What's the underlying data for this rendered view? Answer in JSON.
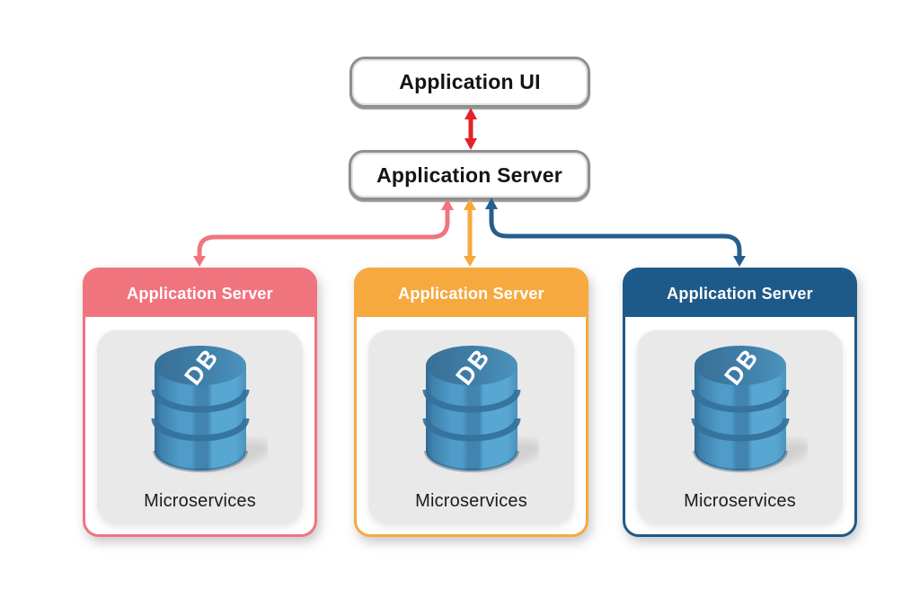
{
  "nodes": {
    "app_ui": {
      "label": "Application UI"
    },
    "app_server": {
      "label": "Application Server"
    }
  },
  "clusters": [
    {
      "header": "Application Server",
      "db_label": "DB",
      "caption": "Microservices",
      "accent": "#F0747E"
    },
    {
      "header": "Application Server",
      "db_label": "DB",
      "caption": "Microservices",
      "accent": "#F6A93F"
    },
    {
      "header": "Application Server",
      "db_label": "DB",
      "caption": "Microservices",
      "accent": "#1E5A89"
    }
  ],
  "connectors": {
    "ui_to_server_color": "#E32228",
    "server_to_pink_color": "#F0747E",
    "server_to_orange_color": "#F6A93F",
    "server_to_blue_color": "#265E8E",
    "style": "double-headed arrows"
  },
  "colors": {
    "db_cylinder_body": "#4F9CC9",
    "db_cylinder_top": "#3F7DA6",
    "panel_gray": "#E9E9E9",
    "node_border_gray": "#8f8f8f"
  }
}
